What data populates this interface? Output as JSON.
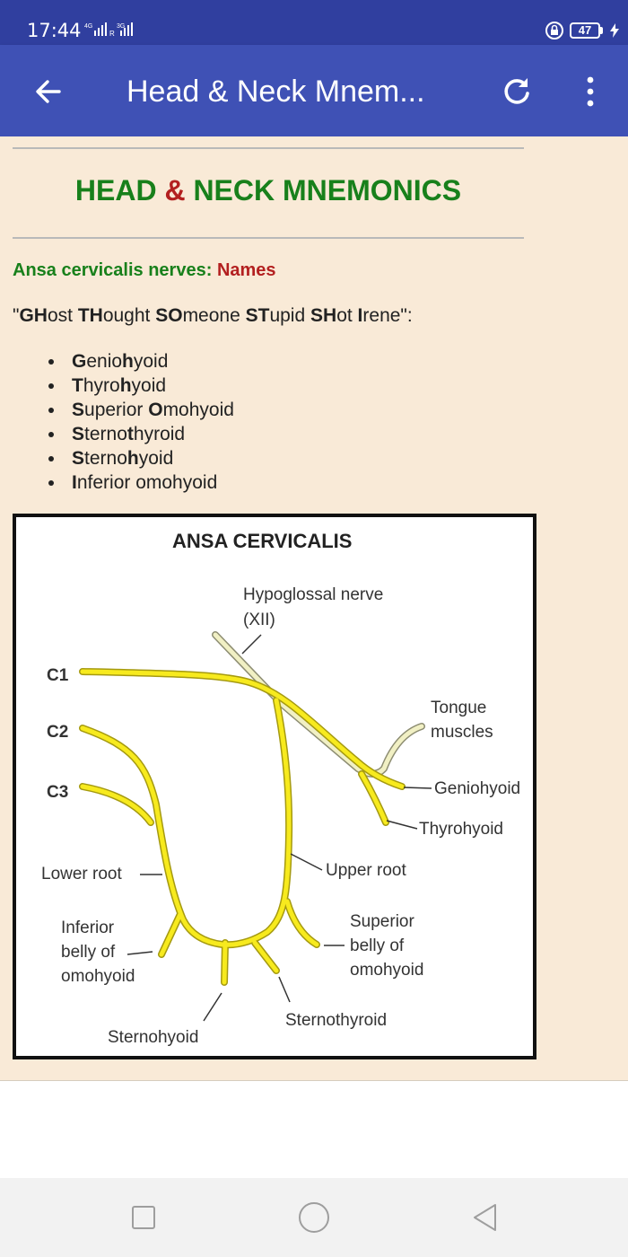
{
  "status_bar": {
    "time": "17:44",
    "battery": "47"
  },
  "app_bar": {
    "title": "Head & Neck Mnem...",
    "back_icon": "arrow-left-icon",
    "refresh_icon": "refresh-icon",
    "more_icon": "more-vert-icon"
  },
  "content": {
    "heading_part1": "HEAD ",
    "heading_amp": "&",
    "heading_part2": " NECK MNEMONICS",
    "section_label": "Ansa cervicalis nerves:",
    "section_sub": "Names",
    "mnemonic": [
      {
        "t": "\"",
        "b": false
      },
      {
        "t": "GH",
        "b": true
      },
      {
        "t": "ost ",
        "b": false
      },
      {
        "t": "TH",
        "b": true
      },
      {
        "t": "ought ",
        "b": false
      },
      {
        "t": "SO",
        "b": true
      },
      {
        "t": "meone ",
        "b": false
      },
      {
        "t": "ST",
        "b": true
      },
      {
        "t": "upid ",
        "b": false
      },
      {
        "t": "SH",
        "b": true
      },
      {
        "t": "ot ",
        "b": false
      },
      {
        "t": "I",
        "b": true
      },
      {
        "t": "rene\":",
        "b": false
      }
    ],
    "items": [
      [
        {
          "t": "G",
          "b": true
        },
        {
          "t": "enio",
          "b": false
        },
        {
          "t": "h",
          "b": true
        },
        {
          "t": "yoid",
          "b": false
        }
      ],
      [
        {
          "t": "T",
          "b": true
        },
        {
          "t": "hyro",
          "b": false
        },
        {
          "t": "h",
          "b": true
        },
        {
          "t": "yoid",
          "b": false
        }
      ],
      [
        {
          "t": "S",
          "b": true
        },
        {
          "t": "uperior ",
          "b": false
        },
        {
          "t": "O",
          "b": true
        },
        {
          "t": "mohyoid",
          "b": false
        }
      ],
      [
        {
          "t": "S",
          "b": true
        },
        {
          "t": "terno",
          "b": false
        },
        {
          "t": "t",
          "b": true
        },
        {
          "t": "hyroid",
          "b": false
        }
      ],
      [
        {
          "t": "S",
          "b": true
        },
        {
          "t": "terno",
          "b": false
        },
        {
          "t": "h",
          "b": true
        },
        {
          "t": "yoid",
          "b": false
        }
      ],
      [
        {
          "t": "I",
          "b": true
        },
        {
          "t": "nferior omohyoid",
          "b": false
        }
      ]
    ]
  },
  "diagram": {
    "title": "ANSA CERVICALIS",
    "hypoglossal_1": "Hypoglossal nerve",
    "hypoglossal_2": "(XII)",
    "c1": "C1",
    "c2": "C2",
    "c3": "C3",
    "tongue_1": "Tongue",
    "tongue_2": "muscles",
    "geniohyoid": "Geniohyoid",
    "thyrohyoid": "Thyrohyoid",
    "lower_root": "Lower root",
    "upper_root": "Upper root",
    "inferior_1": "Inferior",
    "inferior_2": "belly of",
    "inferior_3": "omohyoid",
    "superior_1": "Superior",
    "superior_2": "belly of",
    "superior_3": "omohyoid",
    "sternohyoid": "Sternohyoid",
    "sternothyroid": "Sternothyroid",
    "nerve_color": "#f7ea1e",
    "hypoglossal_color": "#f1f0c4"
  },
  "nav_bar": {
    "recents_icon": "square-icon",
    "home_icon": "circle-icon",
    "back_icon": "triangle-back-icon"
  }
}
